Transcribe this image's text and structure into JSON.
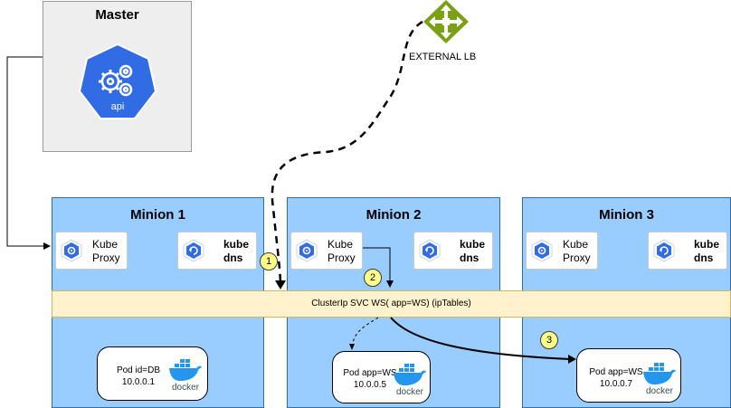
{
  "master": {
    "title": "Master",
    "api_label": "api"
  },
  "external_lb": {
    "label": "EXTERNAL LB"
  },
  "minions": [
    {
      "title": "Minion 1",
      "kube_proxy": "Kube\nProxy",
      "kube_dns": "kube\ndns",
      "pod": {
        "line1": "Pod id=DB",
        "line2": "10.0.0.1",
        "runtime": "docker"
      }
    },
    {
      "title": "Minion 2",
      "kube_proxy": "Kube\nProxy",
      "kube_dns": "kube\ndns",
      "pod": {
        "line1": "Pod app=WS",
        "line2": "10.0.0.5",
        "runtime": "docker"
      }
    },
    {
      "title": "Minion 3",
      "kube_proxy": "Kube\nProxy",
      "kube_dns": "kube\ndns",
      "pod": {
        "line1": "Pod app=WS",
        "line2": "10.0.0.7",
        "runtime": "docker"
      }
    }
  ],
  "cluster_ip": {
    "label": "ClusterIp SVC WS( app=WS) (ipTables)"
  },
  "steps": [
    "1",
    "2",
    "3"
  ],
  "colors": {
    "minion_fill": "#99ccff",
    "cluster_bar_fill": "#fff2cc",
    "badge_fill": "#ffff88",
    "k8s_blue": "#326ce5",
    "lb_green": "#7aa116",
    "docker_blue": "#2496ed"
  }
}
